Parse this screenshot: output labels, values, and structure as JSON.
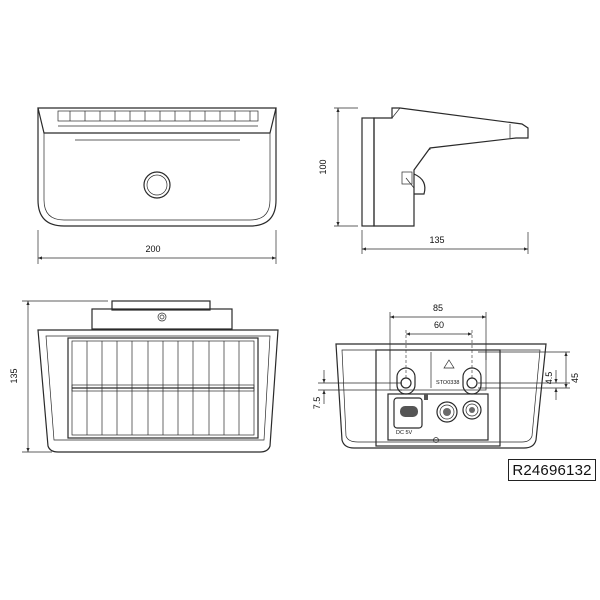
{
  "dimensions": {
    "front_width": "200",
    "front_height": "100",
    "side_depth": "135",
    "top_depth": "135",
    "hole_outer": "85",
    "hole_inner": "60",
    "offset_left": "7.5",
    "offset_small": "4.5",
    "offset_right": "45"
  },
  "back_label": {
    "approval_mark": "STO0338",
    "voltage": "DC 5V"
  },
  "drawing_code": "R24696132"
}
